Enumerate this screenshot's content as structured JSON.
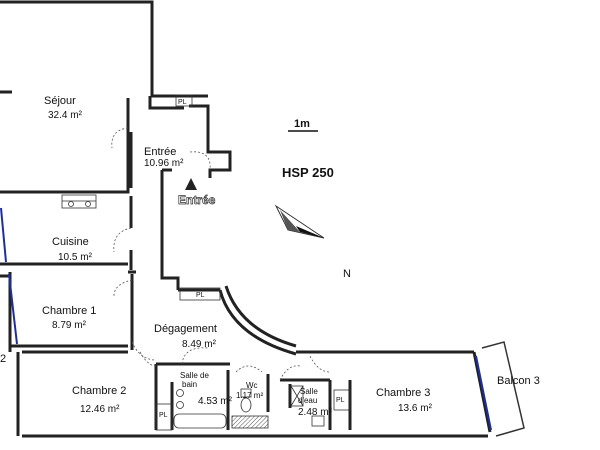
{
  "rooms": {
    "sejour": {
      "name": "Séjour",
      "area": "32.4 m²"
    },
    "entree": {
      "name": "Entrée",
      "area": "10.96 m²"
    },
    "cuisine": {
      "name": "Cuisine",
      "area": "10.5 m²"
    },
    "chambre1": {
      "name": "Chambre 1",
      "area": "8.79 m²"
    },
    "degagement": {
      "name": "Dégagement",
      "area": "8.49 m²"
    },
    "chambre2": {
      "name": "Chambre 2",
      "area": "12.46 m²"
    },
    "salle_de_bain": {
      "name_line1": "Salle de",
      "name_line2": "bain",
      "area": "4.53 m²"
    },
    "wc": {
      "name": "Wc",
      "area": "1.17 m²"
    },
    "salle_eau": {
      "name_line1": "Salle",
      "name_line2": "d'eau",
      "area": "2.48 m²"
    },
    "chambre3": {
      "name": "Chambre 3",
      "area": "13.6 m²"
    },
    "balcon3": {
      "name": "Balcon 3"
    }
  },
  "labels": {
    "pl": "PL",
    "entree_marker": "Entrée",
    "scale": "1m",
    "hsp": "HSP 250",
    "north": "N",
    "edge_number": "2"
  },
  "colors": {
    "walls": "#222222",
    "windows": "#1d2fa0",
    "background": "#ffffff"
  }
}
